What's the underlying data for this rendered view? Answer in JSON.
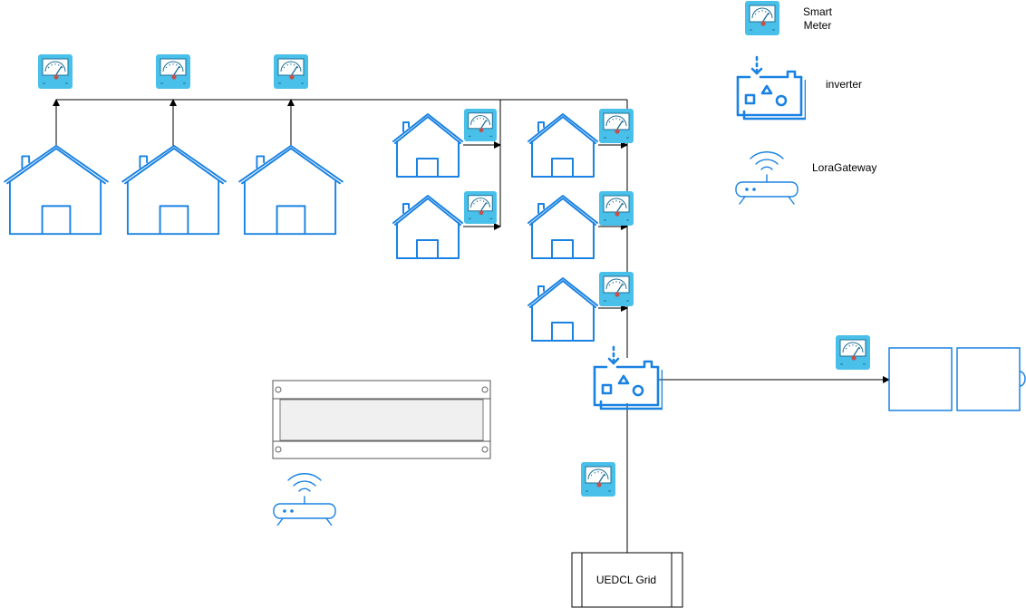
{
  "legend": {
    "smart_meter_label_line1": "Smart",
    "smart_meter_label_line2": "Meter",
    "inverter_label": "inverter",
    "lora_gateway_label": "LoraGateway"
  },
  "grid": {
    "label": "UEDCL Grid"
  },
  "icons": {
    "meter": "smart-meter-icon",
    "house": "house-icon",
    "inverter": "inverter-icon",
    "gateway": "lora-gateway-icon",
    "server": "server-rack-icon",
    "battery": "battery-icon"
  },
  "colors": {
    "accent": "#1a82e2",
    "meter_fill": "#4ec4ea",
    "wire": "#000000"
  }
}
